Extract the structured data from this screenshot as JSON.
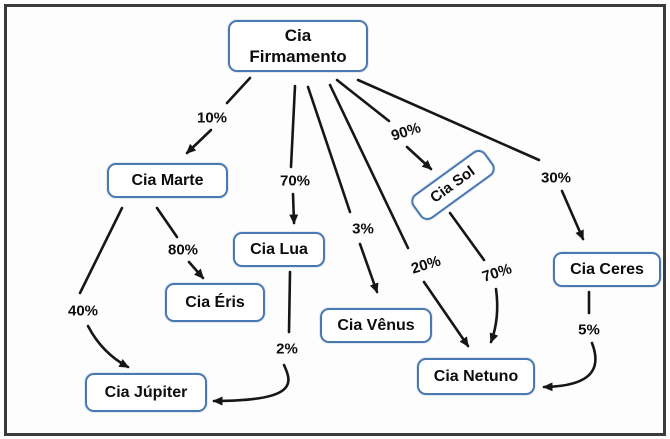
{
  "diagram": {
    "description": "Organogram of shareholdings of Cia Firmamento",
    "nodes": [
      {
        "id": "firmamento",
        "label": "Cia Firmamento",
        "lines": [
          "Cia",
          "Firmamento"
        ]
      },
      {
        "id": "marte",
        "label": "Cia Marte"
      },
      {
        "id": "lua",
        "label": "Cia Lua"
      },
      {
        "id": "eris",
        "label": "Cia Éris"
      },
      {
        "id": "jupiter",
        "label": "Cia Júpiter"
      },
      {
        "id": "venus",
        "label": "Cia Vênus"
      },
      {
        "id": "sol",
        "label": "Cia Sol"
      },
      {
        "id": "netuno",
        "label": "Cia Netuno"
      },
      {
        "id": "ceres",
        "label": "Cia Ceres"
      }
    ],
    "edges": [
      {
        "from": "Cia Firmamento",
        "to": "Cia Marte",
        "percent": "10%"
      },
      {
        "from": "Cia Firmamento",
        "to": "Cia Lua",
        "percent": "70%"
      },
      {
        "from": "Cia Firmamento",
        "to": "Cia Vênus",
        "percent": "3%"
      },
      {
        "from": "Cia Firmamento",
        "to": "Cia Sol",
        "percent": "90%"
      },
      {
        "from": "Cia Firmamento",
        "to": "Cia Netuno",
        "percent": "20%"
      },
      {
        "from": "Cia Firmamento",
        "to": "Cia Ceres",
        "percent": "30%"
      },
      {
        "from": "Cia Marte",
        "to": "Cia Éris",
        "percent": "80%"
      },
      {
        "from": "Cia Marte",
        "to": "Cia Júpiter",
        "percent": "40%"
      },
      {
        "from": "Cia Lua",
        "to": "Cia Júpiter",
        "percent": "2%"
      },
      {
        "from": "Cia Sol",
        "to": "Cia Netuno",
        "percent": "70%"
      },
      {
        "from": "Cia Ceres",
        "to": "Cia Netuno",
        "percent": "5%"
      }
    ],
    "colors": {
      "box_border": "#4a78b0",
      "arrow": "#161616",
      "frame_border": "#3a3a3a",
      "text": "#0d0d0d",
      "background": "#fdfdfd"
    }
  }
}
